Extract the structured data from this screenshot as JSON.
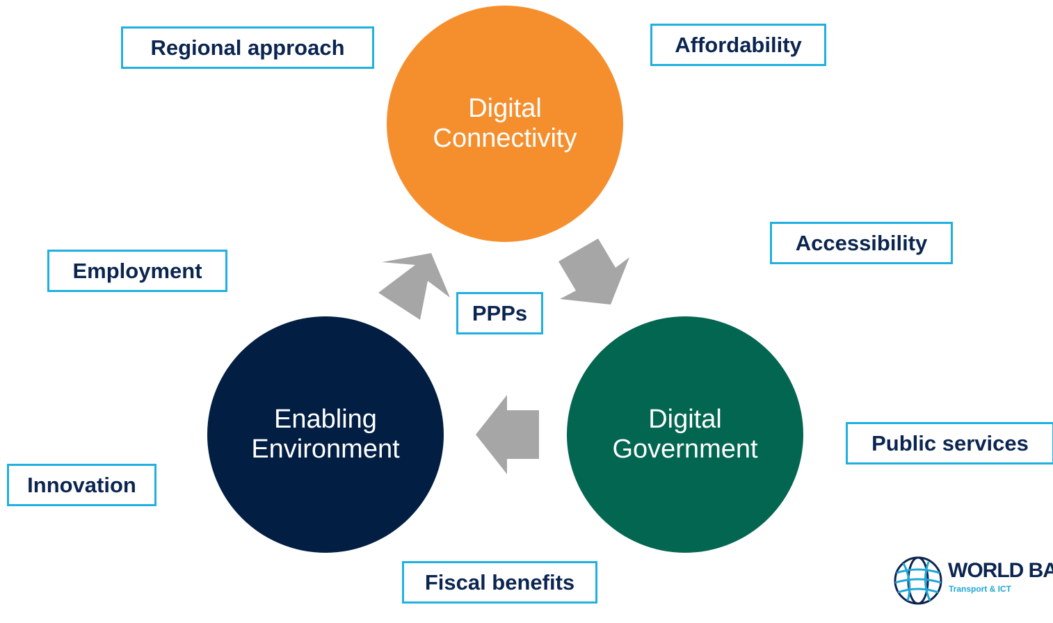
{
  "circles": {
    "connectivity": {
      "line1": "Digital",
      "line2": "Connectivity",
      "color": "#f58f2e"
    },
    "government": {
      "line1": "Digital",
      "line2": "Government",
      "color": "#026651"
    },
    "enabling": {
      "line1": "Enabling",
      "line2": "Environment",
      "color": "#021e43"
    }
  },
  "tags": {
    "regional": "Regional approach",
    "affordability": "Affordability",
    "accessibility": "Accessibility",
    "employment": "Employment",
    "ppps": "PPPs",
    "public_services": "Public services",
    "innovation": "Innovation",
    "fiscal": "Fiscal benefits"
  },
  "colors": {
    "tag_border": "#1fb0e0",
    "tag_text": "#0b2550",
    "arrow": "#a6a6a6"
  },
  "logo": {
    "title": "WORLD BAN",
    "subtitle": "Transport & ICT",
    "icon": "globe-icon"
  }
}
